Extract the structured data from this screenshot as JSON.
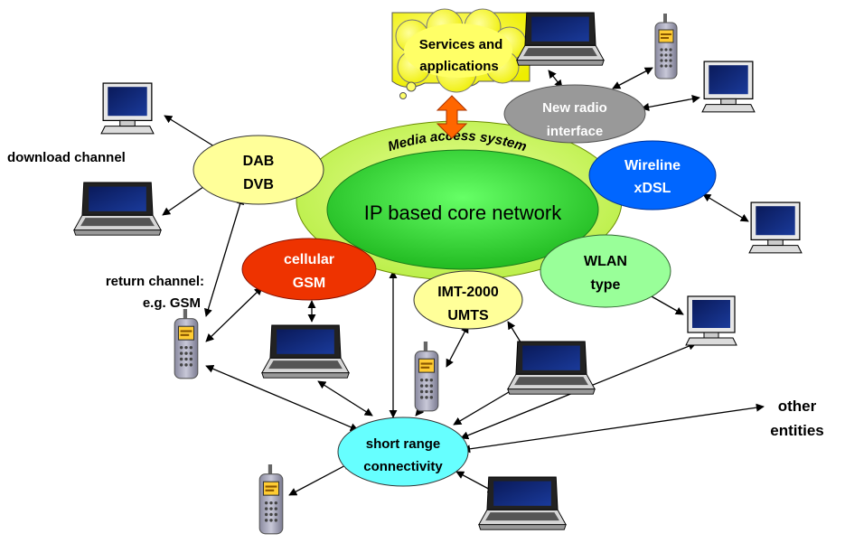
{
  "diagram": {
    "cloud": {
      "line1": "Services and",
      "line2": "applications"
    },
    "media_access": "Media access system",
    "core": "IP based core network",
    "nodes": {
      "dab": {
        "line1": "DAB",
        "line2": "DVB"
      },
      "new_radio": {
        "line1": "New radio",
        "line2": "interface"
      },
      "wireline": {
        "line1": "Wireline",
        "line2": "xDSL"
      },
      "cellular": {
        "line1": "cellular",
        "line2": "GSM"
      },
      "imt": {
        "line1": "IMT-2000",
        "line2": "UMTS"
      },
      "wlan": {
        "line1": "WLAN",
        "line2": "type"
      },
      "short_range": {
        "line1": "short range",
        "line2": "connectivity"
      }
    },
    "labels": {
      "download": "download channel",
      "return1": "return channel:",
      "return2": "e.g. GSM",
      "other1": "other",
      "other2": "entities"
    },
    "colors": {
      "cloud": "#ffff00",
      "outer_ellipse": "#ccff66",
      "core_ellipse": "#33dd33",
      "dab": "#ffff99",
      "new_radio": "#999999",
      "wireline": "#0066ff",
      "cellular": "#ee3300",
      "imt": "#ffff99",
      "wlan": "#99ff99",
      "short_range": "#66ffff",
      "updown_arrow": "#ff6600"
    },
    "icons": [
      "laptop-icon",
      "monitor-icon",
      "phone-icon"
    ]
  }
}
